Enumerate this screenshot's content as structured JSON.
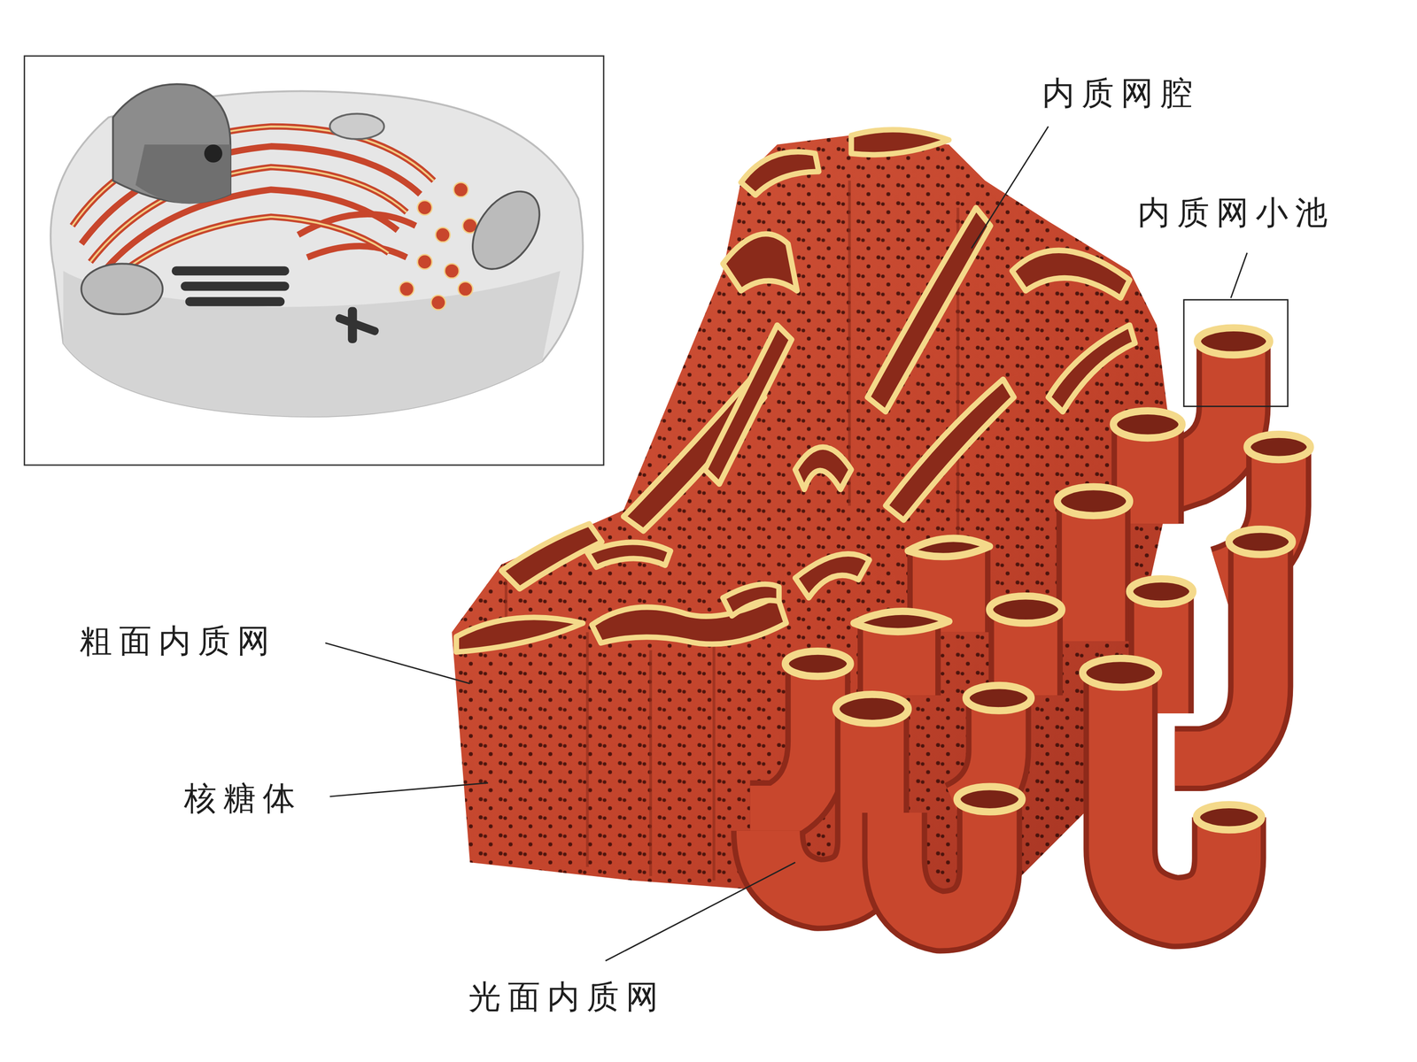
{
  "diagram": {
    "labels": [
      "内质网腔",
      "内质网小池",
      "粗面内质网",
      "核糖体",
      "光面内质网"
    ]
  }
}
